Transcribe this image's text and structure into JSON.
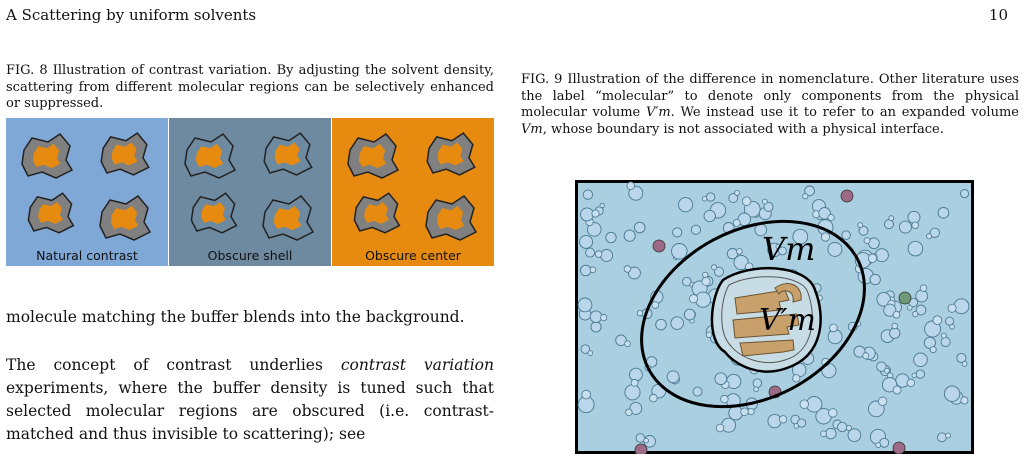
{
  "header": {
    "section": "A   Scattering by uniform solvents",
    "page_number": "10"
  },
  "fig8": {
    "caption": "FIG. 8 Illustration of contrast variation. By adjusting the solvent density, scattering from different molecular regions can be selectively enhanced or suppressed.",
    "panels": [
      {
        "label": "Natural contrast",
        "bg": "#7fa8d6",
        "shell": "#808080",
        "core": "#e68a10"
      },
      {
        "label": "Obscure shell",
        "bg": "#6e8aa0",
        "shell": "#6e8aa0",
        "core": "#e68a10"
      },
      {
        "label": "Obscure center",
        "bg": "#e68a10",
        "shell": "#808080",
        "core": "#e68a10"
      }
    ]
  },
  "fig9": {
    "caption_pre": "FIG. 9 Illustration of the difference in nomenclature. Other literature uses the label “molecular” to denote only components from the physical molecular volume ",
    "caption_var1": "V′m",
    "caption_mid": ". We instead use it to refer to an expanded volume ",
    "caption_var2": "Vm",
    "caption_post": ", whose boundary is not associated with a physical interface.",
    "label_outer": "Vm",
    "label_inner": "V′m"
  },
  "body": {
    "p1": "molecule matching the buffer blends into the background.",
    "p2_pre": "The concept of contrast underlies ",
    "p2_em": "contrast variation",
    "p2_post": " experiments, where the buffer density is tuned such that selected molecular regions are obscured (i.e. contrast-matched and thus invisible to scattering); see"
  }
}
